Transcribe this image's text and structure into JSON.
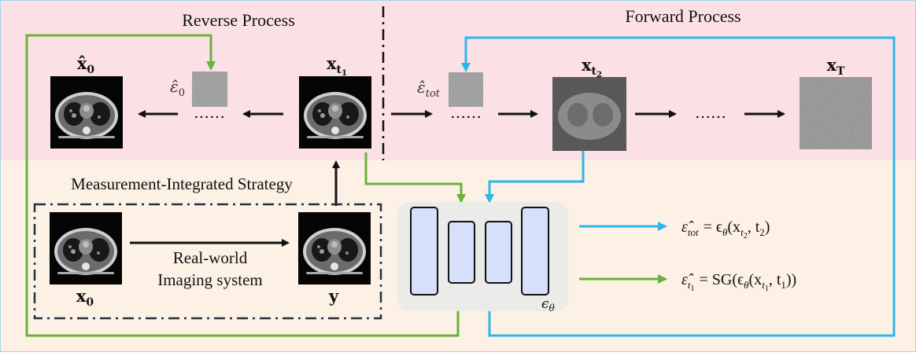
{
  "sections": {
    "reverse_title": "Reverse Process",
    "forward_title": "Forward Process",
    "strategy_title": "Measurement-Integrated Strategy",
    "imaging_line1": "Real-world",
    "imaging_line2": "Imaging system"
  },
  "image_labels": {
    "x0_hat": {
      "base": "x̂",
      "sub": "0"
    },
    "xt1": {
      "base": "x",
      "sub": "t",
      "subsub": "1"
    },
    "xt2": {
      "base": "x",
      "sub": "t",
      "subsub": "2"
    },
    "xT": {
      "base": "x",
      "sub": "T"
    },
    "x0": {
      "base": "x",
      "sub": "0"
    },
    "y": {
      "base": "y"
    }
  },
  "noise_labels": {
    "eps0_hat": {
      "base": "ε̂",
      "sub": "0"
    },
    "epstot_hat": {
      "base": "ε̂",
      "sub": "tot"
    }
  },
  "ellipsis": "……",
  "network_label": {
    "base": "ϵ",
    "sub": "θ"
  },
  "equations": {
    "tot": {
      "lhs": "ε̂",
      "lhs_sub": "tot",
      "rhs": "= ϵ",
      "rhs_sub": "θ",
      "arg": "(x",
      "arg_sub": "t",
      "arg_subsub": "2",
      "tail": ", t",
      "tail_sub": "2",
      "close": ")"
    },
    "t1": {
      "lhs": "ε̂",
      "lhs_sub": "t",
      "lhs_subsub": "1",
      "rhs": "= SG(ϵ",
      "rhs_sub": "θ",
      "arg": "(x",
      "arg_sub": "t",
      "arg_subsub": "1",
      "tail": ", t",
      "tail_sub": "1",
      "close": "))"
    }
  },
  "colors": {
    "top_band": "#fbe1e5",
    "bottom_band": "#fdf1e6",
    "green": "#6ab23b",
    "blue": "#2db6ea",
    "unet_block": "#d6e0fb",
    "unet_bg": "#ebebea",
    "frame_dash": "#25313d"
  }
}
